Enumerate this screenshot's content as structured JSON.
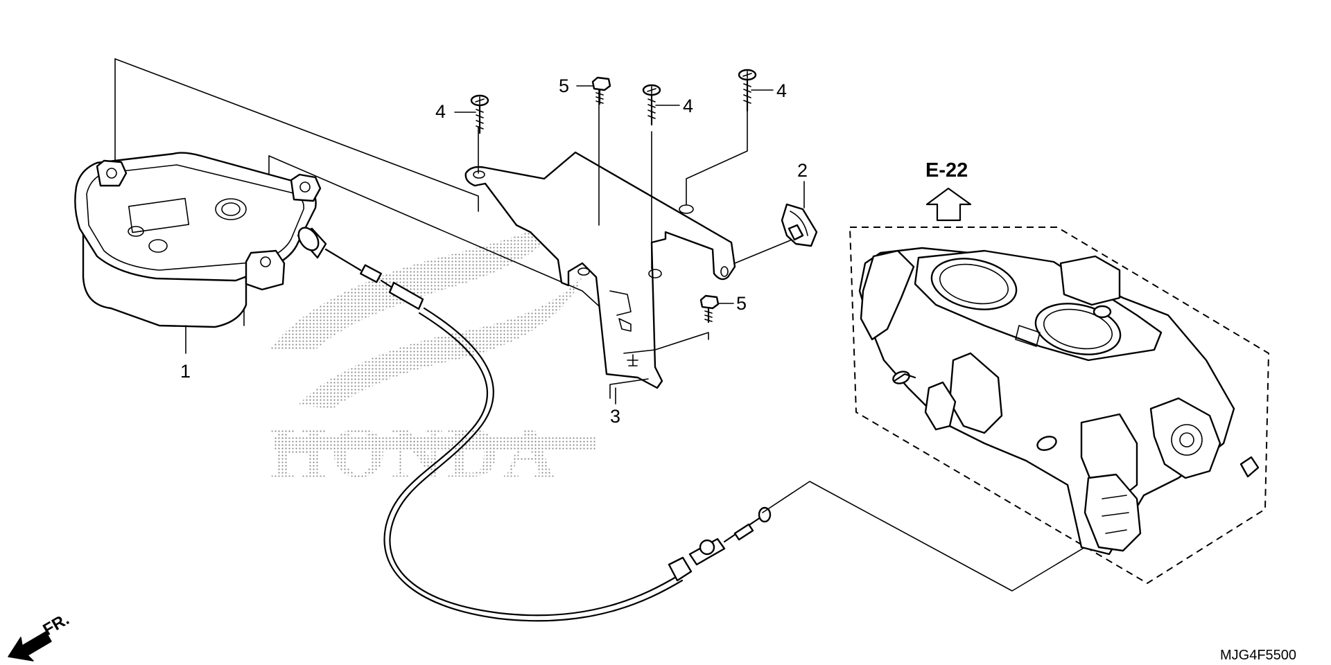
{
  "callouts": {
    "p1": "1",
    "p2": "2",
    "p3": "3",
    "p4a": "4",
    "p4b": "4",
    "p4c": "4",
    "p5a": "5",
    "p5b": "5"
  },
  "reference": {
    "label": "E-22",
    "arrow_icon": "up-arrow-icon"
  },
  "direction": {
    "label": "FR.",
    "arrow_icon": "front-arrow-icon"
  },
  "diagram_code": "MJG4F5500",
  "watermark": {
    "text": "HONDA",
    "logo": "honda-wing-logo"
  }
}
